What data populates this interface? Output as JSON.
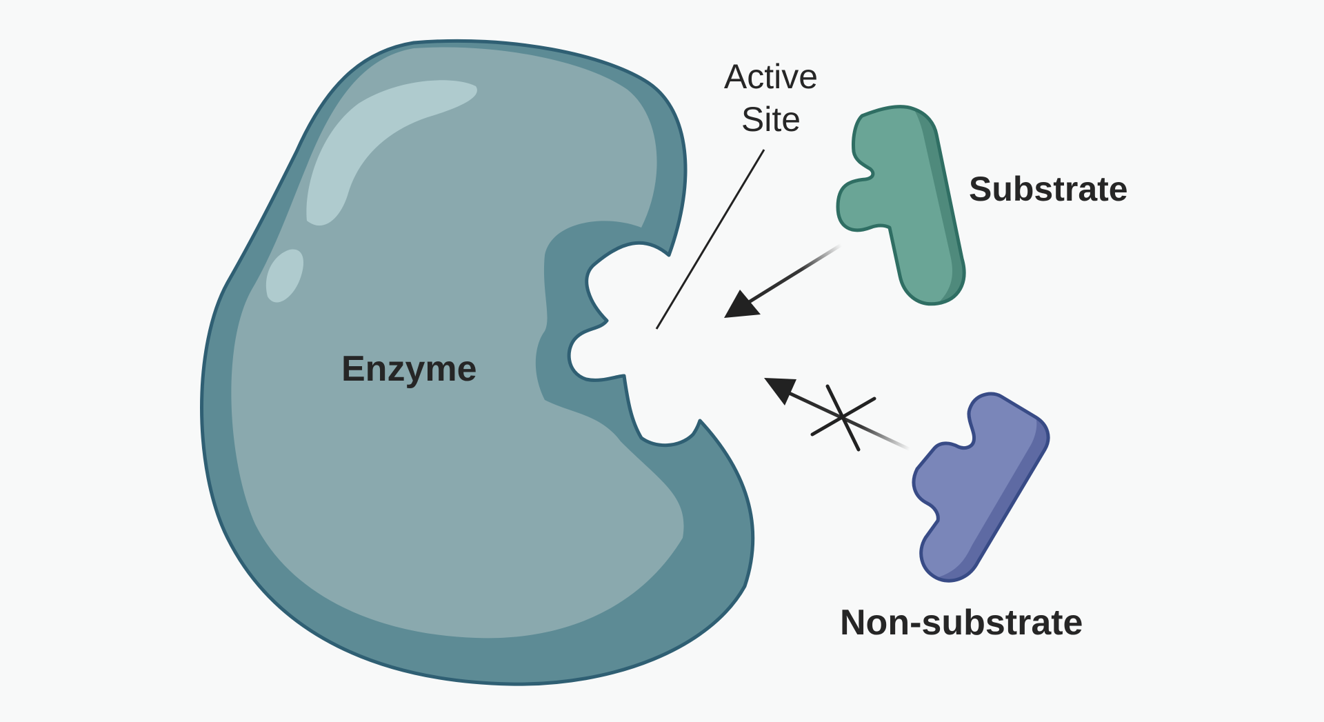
{
  "labels": {
    "enzyme": "Enzyme",
    "active_site_line1": "Active",
    "active_site_line2": "Site",
    "substrate": "Substrate",
    "non_substrate": "Non-substrate"
  },
  "colors": {
    "background": "#f8f9f9",
    "enzyme_fill": "#8aa9ae",
    "enzyme_shadow": "#5d8b95",
    "enzyme_outline": "#2f5f73",
    "enzyme_highlight": "#b5d1d4",
    "substrate_fill": "#6aa596",
    "substrate_shadow": "#4f8a7c",
    "substrate_outline": "#2f6e63",
    "non_substrate_fill": "#7a86b9",
    "non_substrate_shadow": "#5e6aa3",
    "non_substrate_outline": "#384b86",
    "arrow": "#222222",
    "text": "#262626"
  }
}
